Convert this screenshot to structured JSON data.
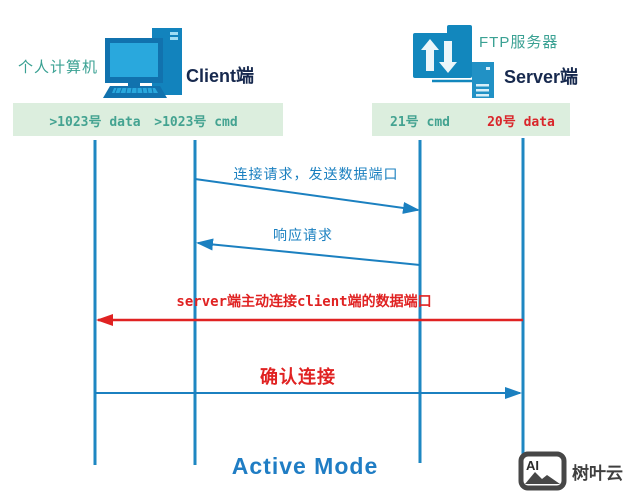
{
  "diagram_title": "Active Mode",
  "client": {
    "machine_label": "个人计算机",
    "endpoint_label": "Client端",
    "ports": [
      ">1023号 data",
      ">1023号 cmd"
    ]
  },
  "server": {
    "machine_label": "FTP服务器",
    "endpoint_label": "Server端",
    "ports": [
      "21号 cmd",
      "20号 data"
    ]
  },
  "messages": [
    {
      "label": "连接请求，发送数据端口",
      "from": "client cmd >1023",
      "to": "server cmd 21",
      "color": "#1b80c0"
    },
    {
      "label": "响应请求",
      "from": "server cmd 21",
      "to": "client cmd >1023",
      "color": "#1b80c0"
    },
    {
      "label": "server端主动连接client端的数据端口",
      "from": "server data 20",
      "to": "client data >1023",
      "color": "#e02222"
    },
    {
      "label": "确认连接",
      "from": "client data >1023",
      "to": "server data 20",
      "color": "#e02222"
    }
  ],
  "watermark": {
    "icon_label": "AI",
    "brand_label": "树叶云"
  },
  "colors": {
    "lifeline_blue": "#1e87c2",
    "arrow_blue": "#1b80c0",
    "arrow_red": "#e02222",
    "teal_text": "#3aa193",
    "navy_text": "#17294e",
    "port_bar_bg": "#dceede",
    "port_teal": "#44a391",
    "port_red": "#d9252a",
    "icon_blue": "#1283bd",
    "screen_cyan": "#29a8dd",
    "watermark_gray": "#474747"
  }
}
